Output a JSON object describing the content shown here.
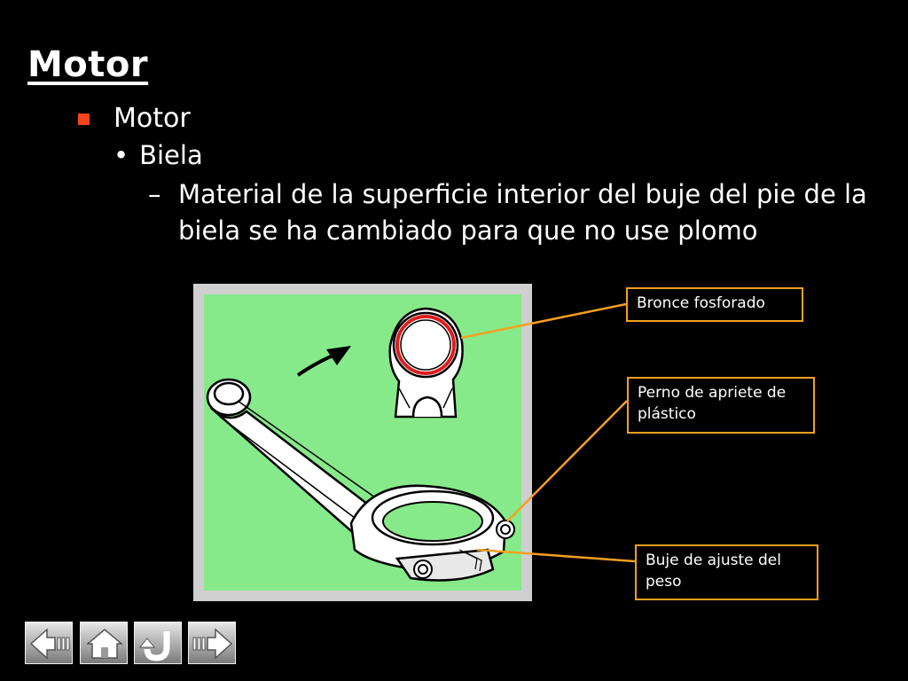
{
  "slide": {
    "title": "Motor",
    "level1": "Motor",
    "level2": "Biela",
    "level3_dash": "–",
    "level3": "Material de la superficie interior del buje del pie de la biela se ha cambiado para que  no use plomo",
    "bullet_dot": "•"
  },
  "callouts": [
    {
      "text": "Bronce fosforado"
    },
    {
      "text": "Perno de apriete de plástico"
    },
    {
      "text": "Buje de ajuste del peso"
    }
  ],
  "nav": [
    {
      "icon": "previous-arrow-icon"
    },
    {
      "icon": "home-icon"
    },
    {
      "icon": "return-icon"
    },
    {
      "icon": "next-arrow-icon"
    }
  ],
  "colors": {
    "background": "#000000",
    "bullet": "#f5431a",
    "callout_border": "#f4a021",
    "figure_panel": "#86ea8a",
    "highlight_ring": "#e21b1b"
  }
}
